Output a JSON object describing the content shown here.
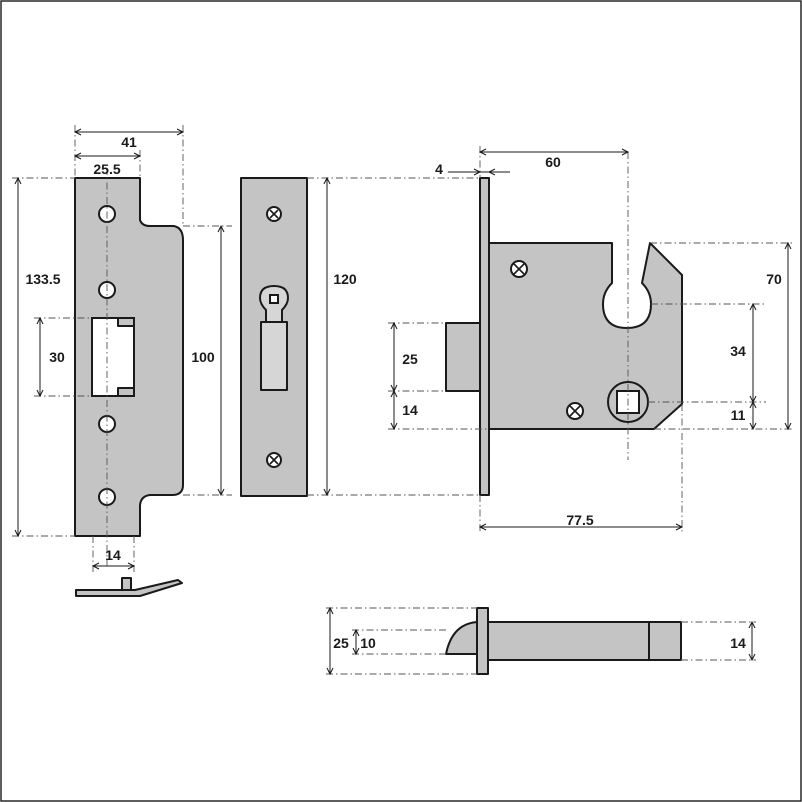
{
  "dimensions": {
    "strike_width": "41",
    "strike_face_width": "25.5",
    "strike_height": "133.5",
    "strike_opening_height": "30",
    "strike_lip_height": "100",
    "strike_hole_spacing": "14",
    "forend_height": "120",
    "forend_thickness": "4",
    "backset": "60",
    "case_height": "70",
    "bolt_height": "25",
    "bolt_offset": "14",
    "follower_to_keyhole": "34",
    "follower_offset": "11",
    "overall_depth": "77.5",
    "bolt_side_height": "25",
    "bolt_side_latch": "10",
    "bolt_side_tail": "14"
  }
}
